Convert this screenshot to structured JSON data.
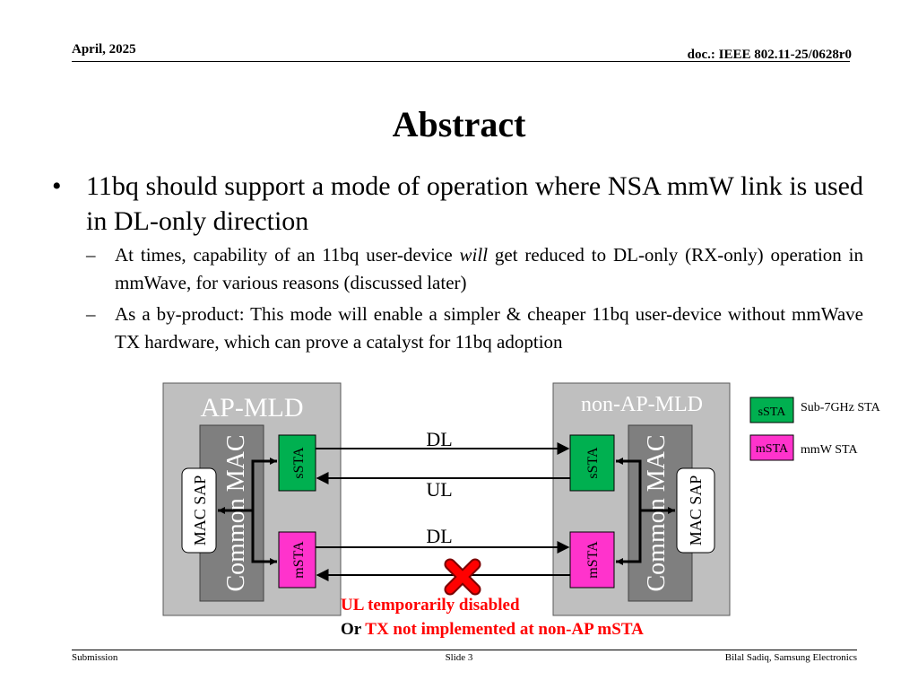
{
  "header": {
    "date": "April, 2025",
    "doc": "doc.: IEEE 802.11-25/0628r0"
  },
  "title": "Abstract",
  "bullets": {
    "main": "11bq should support a mode of operation where NSA mmW link is used in DL-only direction",
    "sub1_pre": "At times, capability of an 11bq user-device ",
    "sub1_em": "will",
    "sub1_post": " get reduced to DL-only (RX-only) operation in mmWave, for various reasons (discussed later)",
    "sub2": "As a by-product: This mode will enable a simpler & cheaper 11bq user-device without mmWave TX hardware, which can prove a catalyst for 11bq adoption"
  },
  "diagram": {
    "ap_mld": "AP-MLD",
    "non_ap_mld": "non-AP-MLD",
    "common_mac": "Common MAC",
    "mac_sap": "MAC SAP",
    "ssta": "sSTA",
    "msta": "mSTA",
    "link_dl_top": "DL",
    "link_ul": "UL",
    "link_dl_bottom": "DL",
    "legend": {
      "ssta_label": "sSTA",
      "ssta_desc": "Sub-7GHz STA",
      "msta_label": "mSTA",
      "msta_desc": "mmW STA"
    },
    "note_line1": "UL temporarily disabled",
    "note_or": "Or ",
    "note_line2": "TX not implemented at non-AP mSTA",
    "colors": {
      "box": "#bfbfbf",
      "mac": "#7f7f7f",
      "ssta": "#00b050",
      "msta": "#ff33cc",
      "note": "#ff0000",
      "cross": "#ff0000"
    }
  },
  "footer": {
    "left": "Submission",
    "center": "Slide 3",
    "right": "Bilal Sadiq, Samsung Electronics"
  }
}
